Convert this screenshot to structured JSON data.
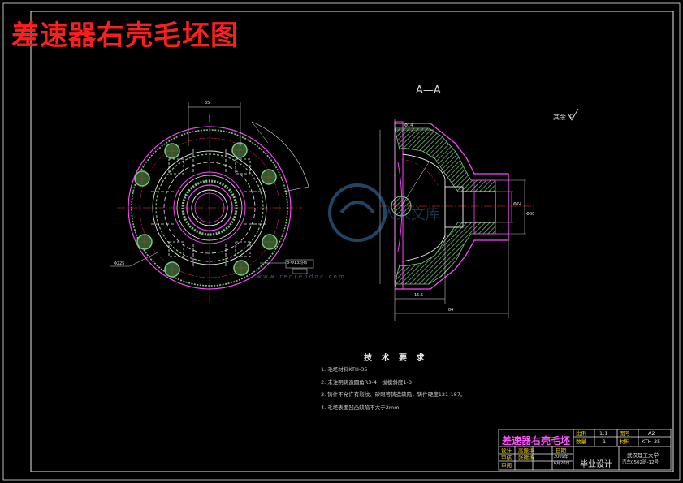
{
  "drawing": {
    "title": "差速器右壳毛坯图",
    "section_label": "A—A",
    "roughness_note": "其余",
    "tech_requirements": {
      "heading": "技 术 要 求",
      "items": [
        "1. 毛坯材料KTH-35",
        "2. 未注明铸造圆角R3-4，拔模斜度1-3",
        "3. 铸件不允许有裂纹、砂眼等铸造缺陷，铸件硬度121-187。",
        "4. 毛坯表面凹凸缺陷不大于2mm"
      ]
    },
    "dimensions": {
      "flange_dia": "Φ225",
      "hole_callout": "8-Φ13均布",
      "top_dim": "35",
      "sec_top_dim": "Φ14",
      "sec_bottom_1": "15.5",
      "sec_bottom_2": "84",
      "sec_right_1": "Φ74",
      "sec_right_2": "Φ80"
    },
    "title_block": {
      "part_name": "差速器右壳毛坯",
      "scale_label": "比例",
      "scale_value": "1:1",
      "qty_label": "数量",
      "qty_value": "1",
      "sheet_label": "图号",
      "sheet_value": "A2",
      "material_label": "材料",
      "material_value": "KTH-35",
      "design_label": "设计",
      "design_name": "高振华",
      "date_label": "日期",
      "check_label": "审核",
      "check_name": "张德扬",
      "date_value_1": "2009年",
      "date_value_2": "6月20日",
      "approve_label": "审阅",
      "grad_label": "毕业设计",
      "school": "武汉理工大学",
      "class": "汽车0502班-12号"
    },
    "watermark": {
      "text": "人人文库",
      "url": "w w w . r e n r e n d o c . c o m"
    },
    "colors": {
      "title_red": "#ff1e1e",
      "outline_magenta": "#ff44ff",
      "hatch_green": "#7fc77f",
      "line_white": "#e8e8e8",
      "center_red": "#ff3030",
      "label_yellow": "#ffd700"
    }
  }
}
